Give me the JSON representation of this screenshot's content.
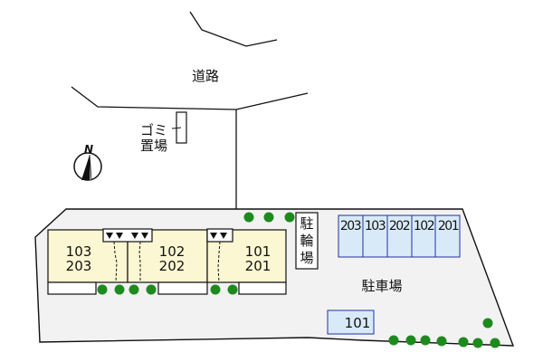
{
  "road": {
    "label": "道路"
  },
  "garbage": {
    "label_line1": "ゴミ",
    "label_line2": "置場"
  },
  "compass": {
    "label": "N",
    "icon": "north-arrow-icon"
  },
  "bike_parking": {
    "chars": [
      "駐",
      "輪",
      "場"
    ]
  },
  "parking": {
    "label": "駐車場",
    "slots": [
      "203",
      "103",
      "202",
      "102",
      "201"
    ],
    "extra_slot": "101"
  },
  "building": {
    "units": [
      {
        "line1": "103",
        "line2": "203"
      },
      {
        "line1": "102",
        "line2": "202"
      },
      {
        "line1": "101",
        "line2": "201"
      }
    ]
  },
  "colors": {
    "unit_fill": "#fbf7d2",
    "lot_fill": "#f2f2f2",
    "parking_fill": "#d8eaf8",
    "parking_border": "#2030a0",
    "tree": "#1e8a1e"
  }
}
